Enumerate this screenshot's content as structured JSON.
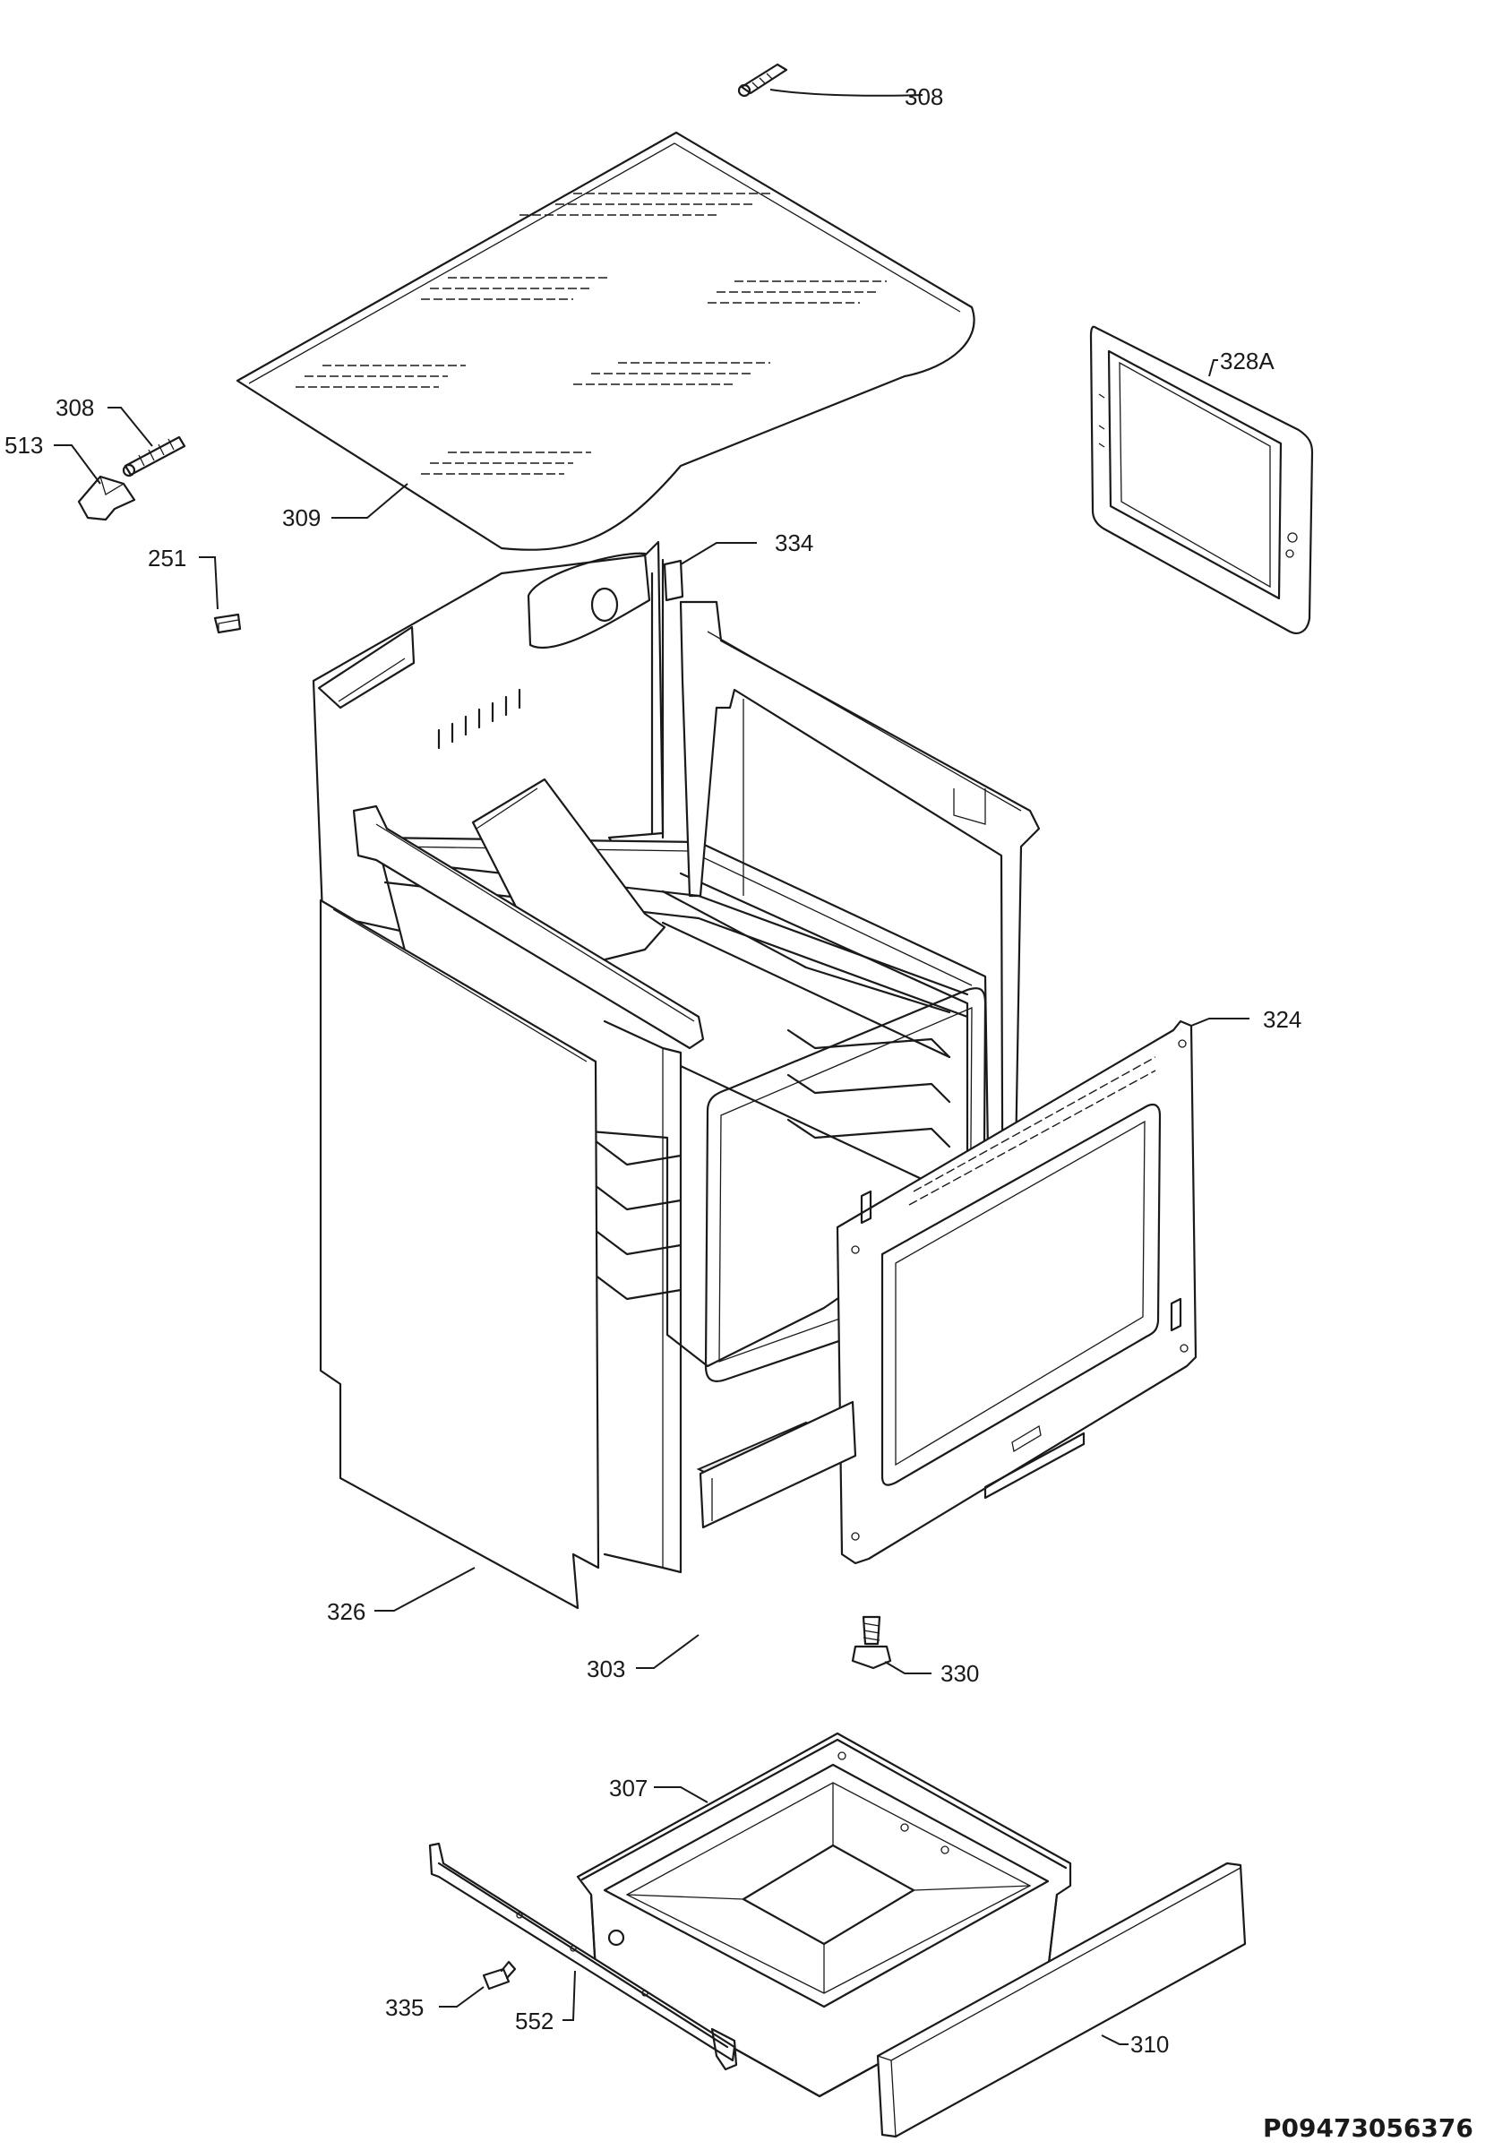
{
  "diagram_code": "P09473056376",
  "labels": {
    "l308_top": "308",
    "l308_left": "308",
    "l513": "513",
    "l309": "309",
    "l251": "251",
    "l334": "334",
    "l328a": "328A",
    "l324": "324",
    "l326": "326",
    "l303": "303",
    "l330": "330",
    "l307": "307",
    "l335": "335",
    "l552": "552",
    "l310": "310"
  }
}
